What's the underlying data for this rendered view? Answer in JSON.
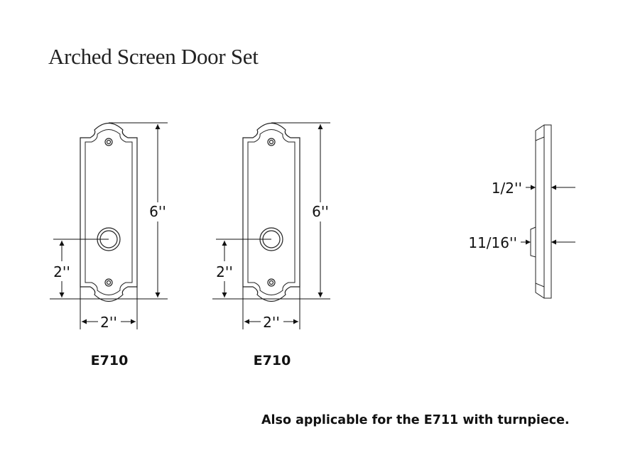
{
  "title": "Arched Screen Door Set",
  "plates": [
    {
      "model": "E710",
      "height_label": "6''",
      "center_label": "2''",
      "width_label": "2''"
    },
    {
      "model": "E710",
      "height_label": "6''",
      "center_label": "2''",
      "width_label": "2''"
    }
  ],
  "side_view": {
    "thickness_label": "1/2''",
    "projection_label": "11/16''"
  },
  "note": "Also applicable for the E711 with turnpiece."
}
